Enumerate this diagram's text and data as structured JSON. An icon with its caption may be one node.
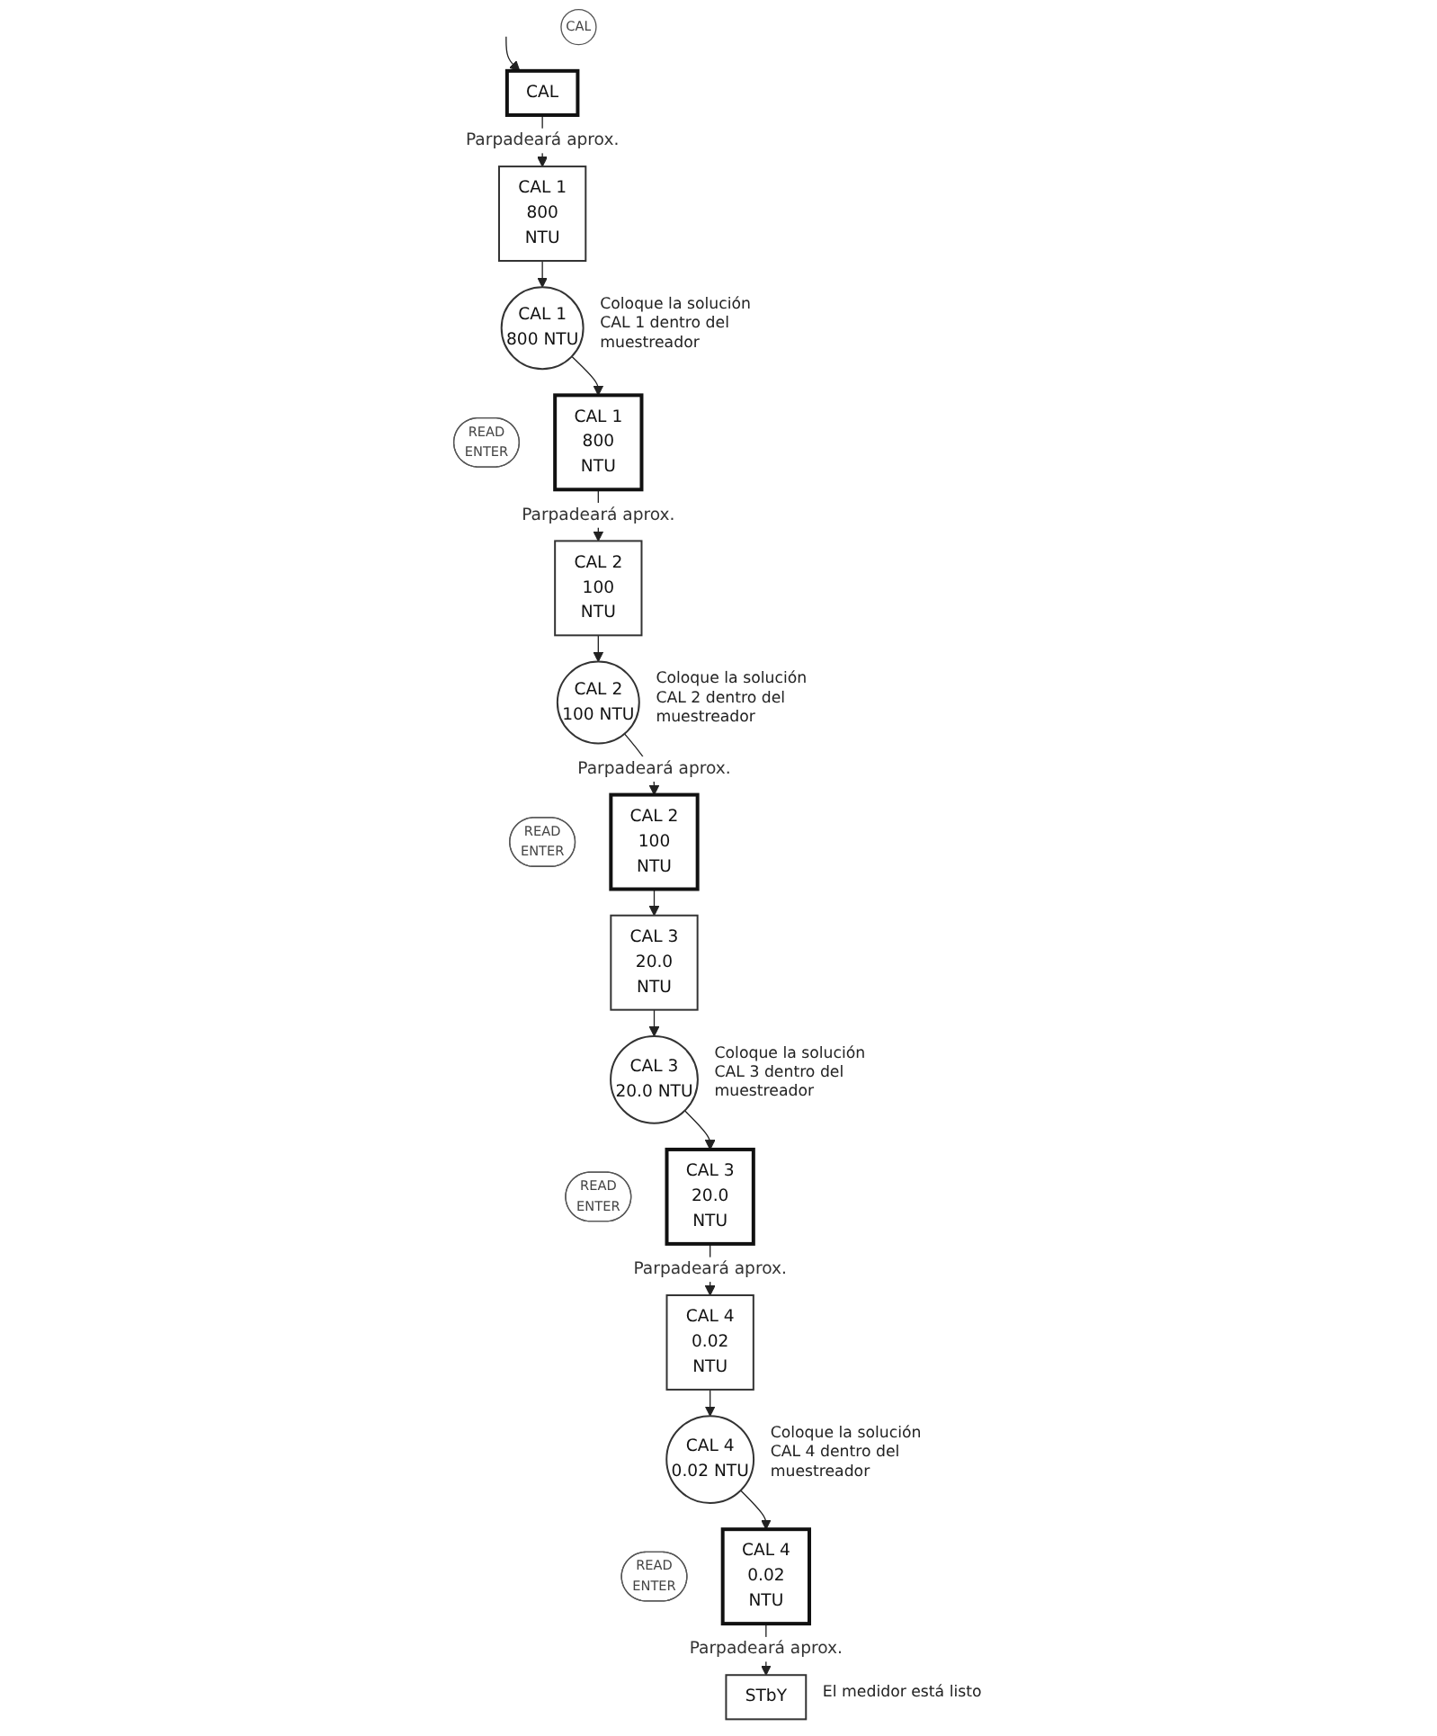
{
  "diagram": {
    "nodes": [
      {
        "text": [
          "CAL"
        ]
      },
      {
        "text": [
          "CAL"
        ]
      },
      {
        "text": [
          "CAL 1",
          "800",
          "NTU"
        ]
      },
      {
        "text": [
          "CAL 1",
          "800 NTU"
        ],
        "beside": [
          "Coloque la solución CAL 1 dentro del muestreador"
        ]
      },
      {
        "text": [
          "READ",
          "ENTER"
        ]
      },
      {
        "text": [
          "CAL 1",
          "800",
          "NTU"
        ]
      },
      {
        "text": [
          "CAL 2",
          "100",
          "NTU"
        ]
      },
      {
        "text": [
          "CAL 2",
          "100 NTU"
        ],
        "beside": [
          "Coloque la solución CAL 2 dentro del muestreador"
        ]
      },
      {
        "text": [
          "READ",
          "ENTER"
        ]
      },
      {
        "text": [
          "CAL 2",
          "100",
          "NTU"
        ]
      },
      {
        "text": [
          "CAL 3",
          "20.0",
          "NTU"
        ]
      },
      {
        "text": [
          "CAL 3",
          "20.0 NTU"
        ],
        "beside": [
          "Coloque la solución CAL 3 dentro del muestreador"
        ]
      },
      {
        "text": [
          "READ",
          "ENTER"
        ]
      },
      {
        "text": [
          "CAL 3",
          "20.0",
          "NTU"
        ]
      },
      {
        "text": [
          "CAL 4",
          "0.02",
          "NTU"
        ]
      },
      {
        "text": [
          "CAL 4",
          "0.02 NTU"
        ],
        "beside": [
          "Coloque la solución CAL 4 dentro del muestreador"
        ]
      },
      {
        "text": [
          "READ",
          "ENTER"
        ]
      },
      {
        "text": [
          "CAL 4",
          "0.02",
          "NTU"
        ]
      },
      {
        "text": [
          "STbY"
        ],
        "beside": [
          "El medidor está listo"
        ]
      }
    ],
    "edges": [
      {
        "from": null,
        "to": 1,
        "arrow": "to"
      },
      {
        "from": 1,
        "to": 2,
        "arrow": "to",
        "label": "Parpadeará aprox."
      },
      {
        "from": 2,
        "to": 3,
        "arrow": "to"
      },
      {
        "from": 3,
        "to": 5,
        "arrow": "to"
      },
      {
        "from": 5,
        "to": 6,
        "arrow": "to",
        "label": "Parpadeará aprox."
      },
      {
        "from": 6,
        "to": 7,
        "arrow": "to"
      },
      {
        "from": 7,
        "to": 9,
        "arrow": "to",
        "label": "Parpadeará aprox."
      },
      {
        "from": 9,
        "to": 10,
        "arrow": "to"
      },
      {
        "from": 10,
        "to": 11,
        "arrow": "to"
      },
      {
        "from": 11,
        "to": 13,
        "arrow": "to"
      },
      {
        "from": 13,
        "to": 14,
        "arrow": "to",
        "label": "Parpadeará aprox."
      },
      {
        "from": 14,
        "to": 15,
        "arrow": "to"
      },
      {
        "from": 15,
        "to": 17,
        "arrow": "to"
      },
      {
        "from": 17,
        "to": 18,
        "arrow": "to",
        "label": "Parpadeará aprox."
      }
    ]
  }
}
